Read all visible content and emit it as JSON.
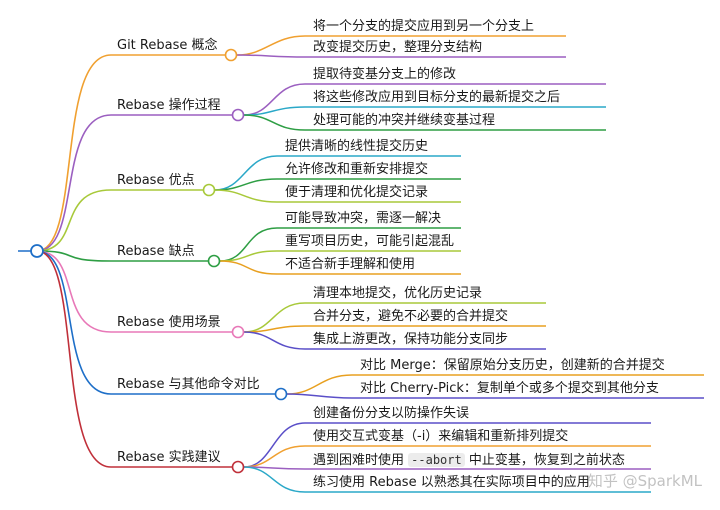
{
  "watermark": "知乎 @SparkML",
  "branches": [
    {
      "label": "Git Rebase 概念",
      "color": "#f0a030",
      "leaves": [
        {
          "label": "将一个分支的提交应用到另一个分支上"
        },
        {
          "label": "改变提交历史，整理分支结构"
        }
      ]
    },
    {
      "label": "Rebase 操作过程",
      "color": "#9b5fc0",
      "leaves": [
        {
          "label": "提取待变基分支上的修改"
        },
        {
          "label": "将这些修改应用到目标分支的最新提交之后"
        },
        {
          "label": "处理可能的冲突并继续变基过程"
        }
      ]
    },
    {
      "label": "Rebase 优点",
      "color": "#a8c93a",
      "leaves": [
        {
          "label": "提供清晰的线性提交历史"
        },
        {
          "label": "允许修改和重新安排提交"
        },
        {
          "label": "便于清理和优化提交记录"
        }
      ]
    },
    {
      "label": "Rebase 缺点",
      "color": "#2e9e44",
      "leaves": [
        {
          "label": "可能导致冲突，需逐一解决"
        },
        {
          "label": "重写项目历史，可能引起混乱"
        },
        {
          "label": "不适合新手理解和使用"
        }
      ]
    },
    {
      "label": "Rebase 使用场景",
      "color": "#e878b8",
      "leaves": [
        {
          "label": "清理本地提交，优化历史记录"
        },
        {
          "label": "合并分支，避免不必要的合并提交"
        },
        {
          "label": "集成上游更改，保持功能分支同步"
        }
      ]
    },
    {
      "label": "Rebase 与其他命令对比",
      "color": "#1e6fc8",
      "leaves": [
        {
          "label": "对比 Merge：保留原始分支历史，创建新的合并提交"
        },
        {
          "label": "对比 Cherry-Pick：复制单个或多个提交到其他分支"
        }
      ]
    },
    {
      "label": "Rebase 实践建议",
      "color": "#c0303a",
      "leaves": [
        {
          "label": "创建备份分支以防操作失误"
        },
        {
          "label": "使用交互式变基（-i）来编辑和重新排列提交"
        },
        {
          "label_before": "遇到困难时使用 ",
          "code": "--abort",
          "label_after": " 中止变基，恢复到之前状态"
        },
        {
          "label": "练习使用 Rebase 以熟悉其在实际项目中的应用"
        }
      ]
    }
  ],
  "leaf_colors": [
    "#f0a030",
    "#9b5fc0",
    "#2aa8c8",
    "#2e9e44",
    "#a8c93a",
    "#e8a020",
    "#5a4fc8"
  ]
}
